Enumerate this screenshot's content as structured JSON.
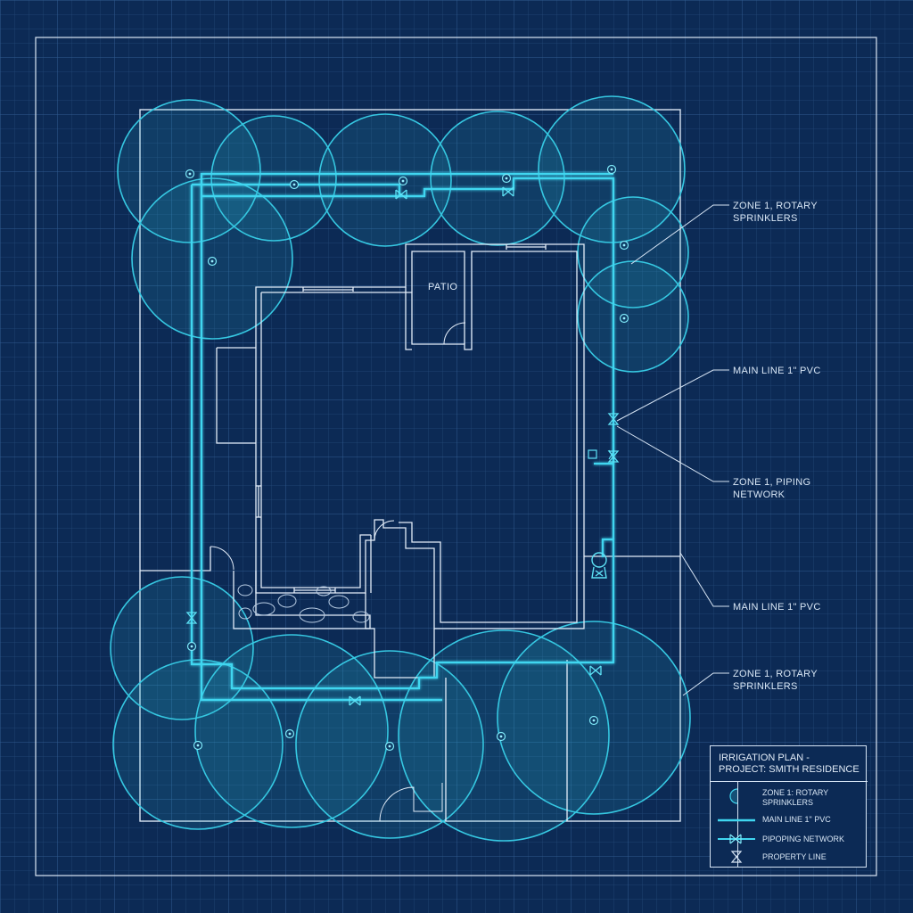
{
  "plan": {
    "patio_label": "PATIO",
    "callouts": [
      {
        "id": "zone-rotary-top",
        "text": "ZONE 1, ROTARY\nSPRINKLERS"
      },
      {
        "id": "main-line-top",
        "text": "MAIN LINE 1\" PVC"
      },
      {
        "id": "piping-network",
        "text": "ZONE 1, PIPING\nNETWORK"
      },
      {
        "id": "main-line-bottom",
        "text": "MAIN LINE 1\" PVC"
      },
      {
        "id": "zone-rotary-bottom",
        "text": "ZONE 1, ROTARY\nSPRINKLERS"
      }
    ]
  },
  "legend": {
    "title": "IRRIGATION PLAN -\nPROJECT: SMITH RESIDENCE",
    "items": [
      {
        "symbol": "circle",
        "label": "ZONE 1: ROTARY\nSPRINKLERS"
      },
      {
        "symbol": "line",
        "label": "MAIN LINE 1\" PVC"
      },
      {
        "symbol": "valve-line",
        "label": "PIPOPING NETWORK"
      },
      {
        "symbol": "valve",
        "label": "PROPERTY LINE"
      }
    ]
  },
  "colors": {
    "background": "#0c2a55",
    "grid": "#2a4f80",
    "walls": "#e4eefa",
    "pipe": "#3fd6f0",
    "spray": "#30c2dc"
  }
}
